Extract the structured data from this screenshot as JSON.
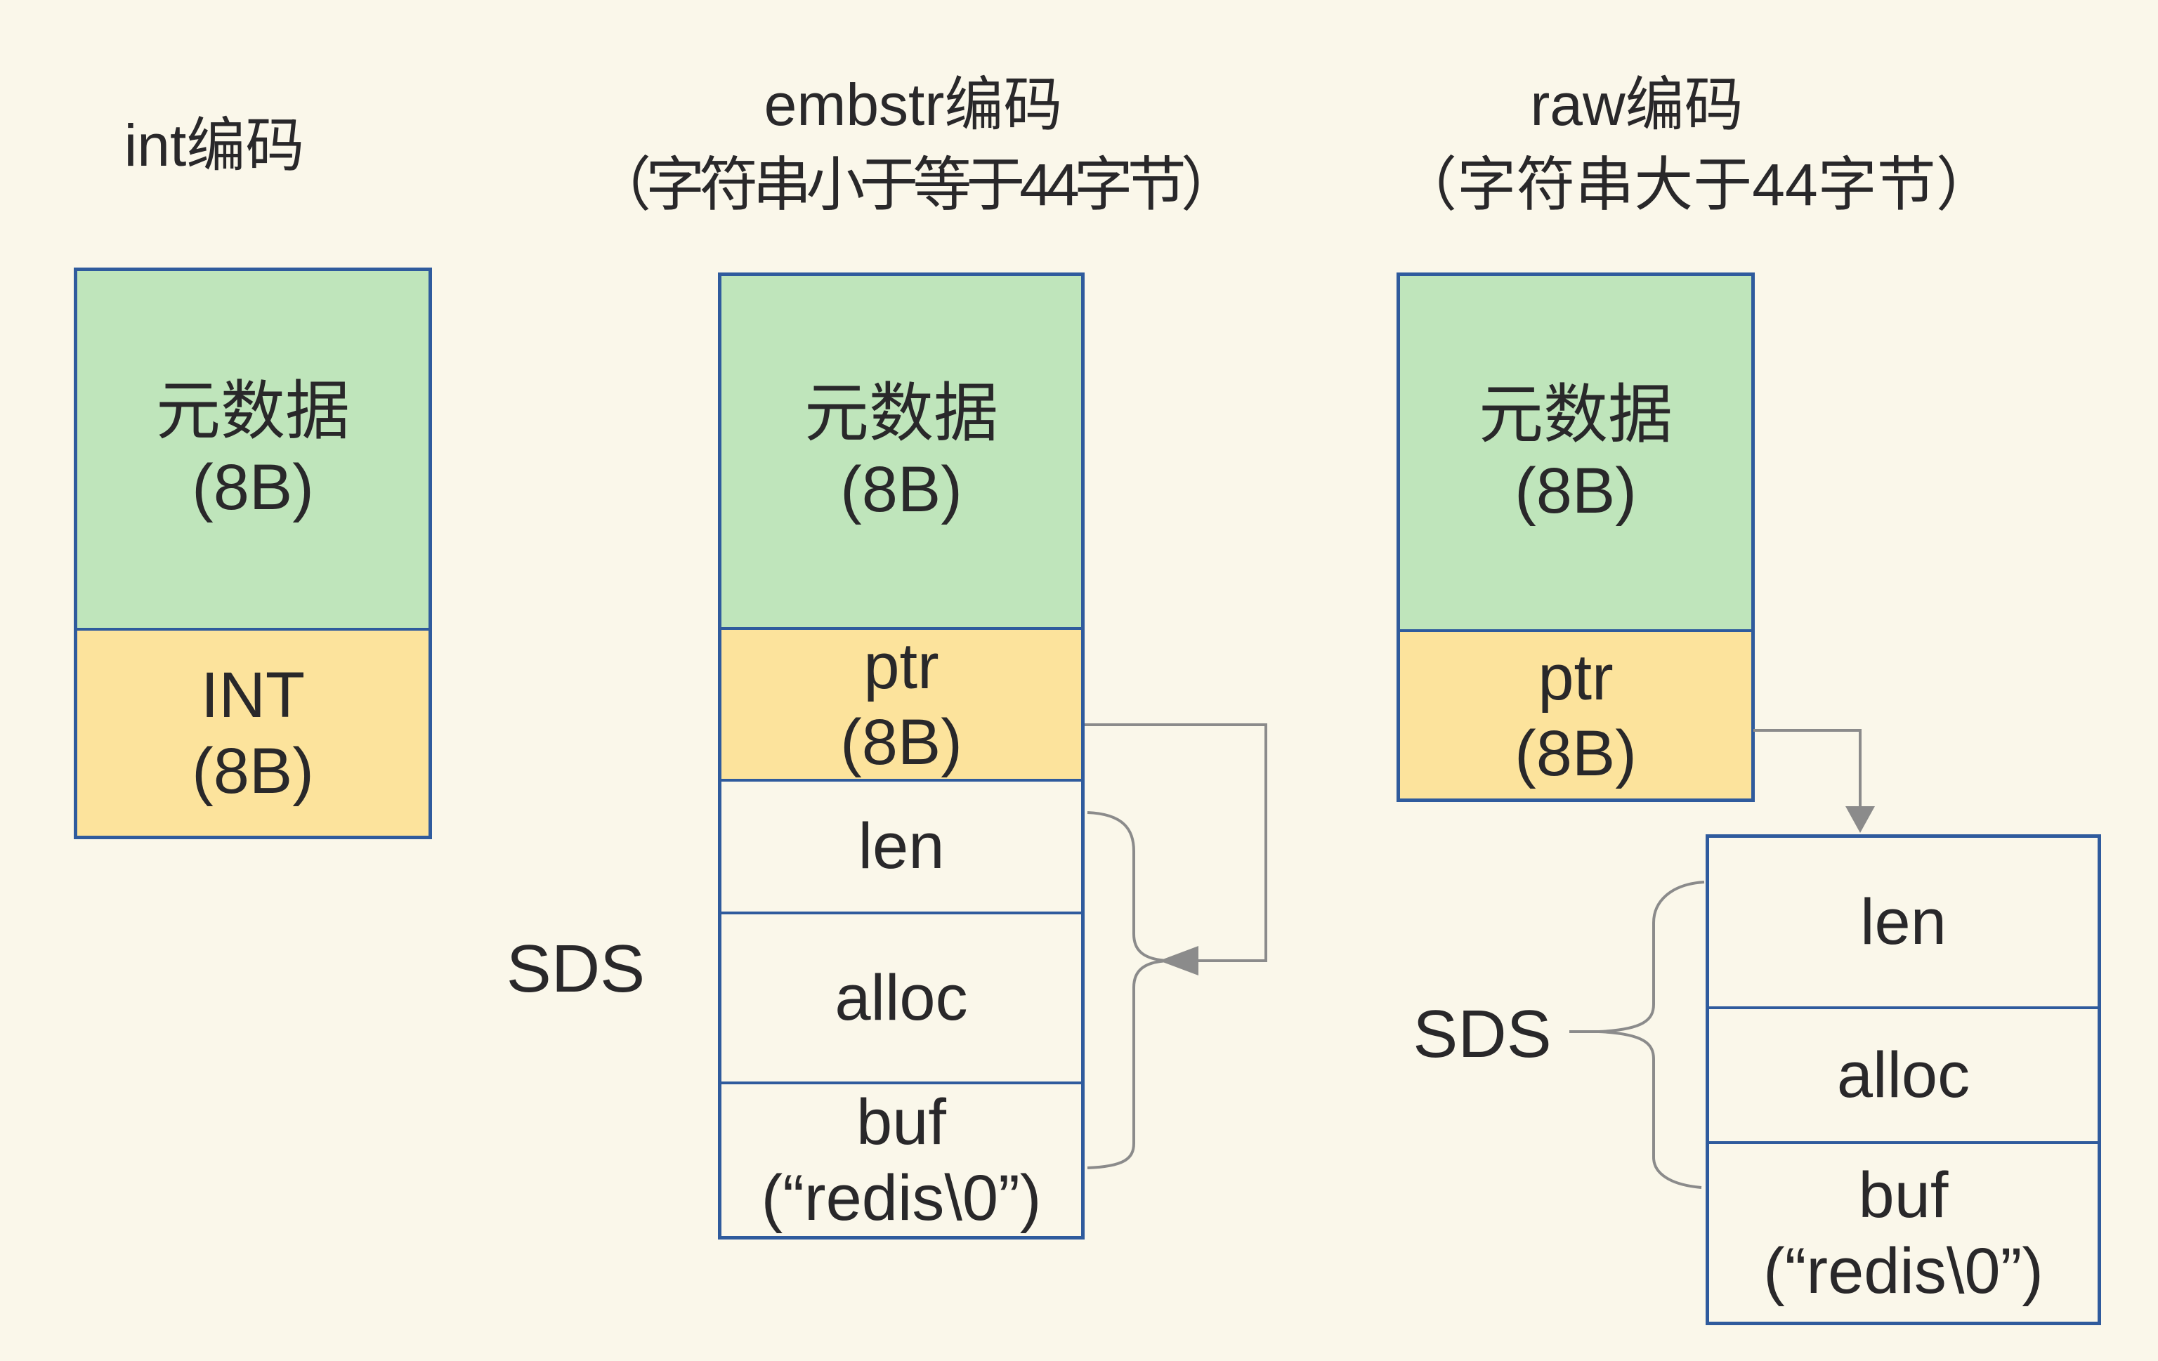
{
  "colors": {
    "background": "#FAF7EA",
    "metadata_green": "#BFE5BB",
    "pointer_yellow": "#FCE39C",
    "box_border_blue": "#2F5B9D",
    "arrow_gray": "#8B8B8B",
    "text": "#29282a"
  },
  "titles": {
    "int": "int编码",
    "embstr_line1": "embstr编码",
    "embstr_line2": "（字符串小于等于44字节）",
    "raw_line1": "raw编码",
    "raw_line2": "（字符串大于44字节）"
  },
  "int_column": {
    "metadata_line1": "元数据",
    "metadata_line2": "(8B)",
    "int_line1": "INT",
    "int_line2": "(8B)"
  },
  "embstr_column": {
    "metadata_line1": "元数据",
    "metadata_line2": "(8B)",
    "ptr_line1": "ptr",
    "ptr_line2": "(8B)",
    "len": "len",
    "alloc": "alloc",
    "buf_line1": "buf",
    "buf_line2": "(“redis\\0”)",
    "sds_label": "SDS"
  },
  "raw_column": {
    "metadata_line1": "元数据",
    "metadata_line2": "(8B)",
    "ptr_line1": "ptr",
    "ptr_line2": "(8B)",
    "len": "len",
    "alloc": "alloc",
    "buf_line1": "buf",
    "buf_line2": "(“redis\\0”)",
    "sds_label": "SDS"
  }
}
